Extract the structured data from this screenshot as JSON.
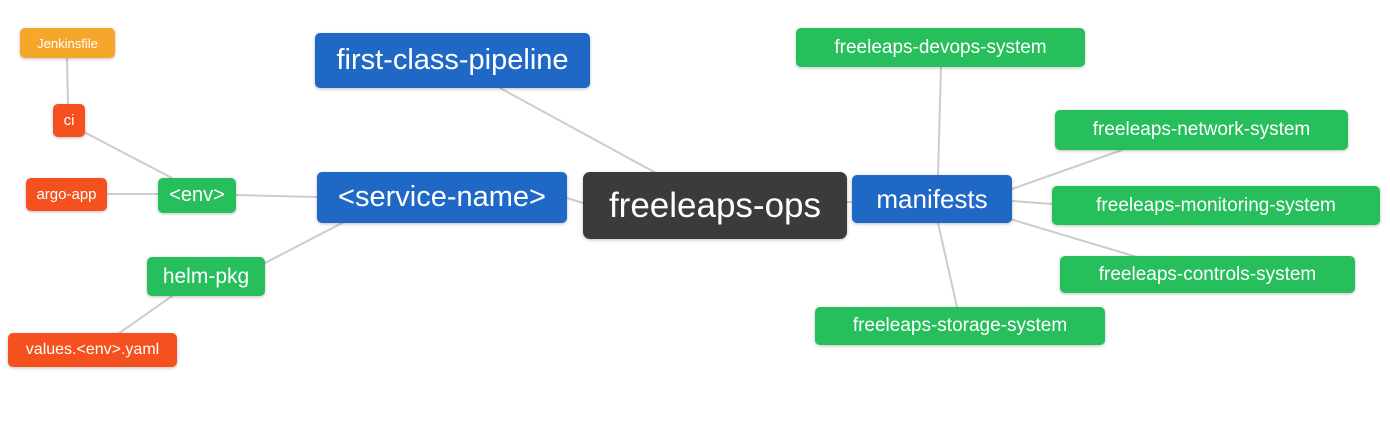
{
  "diagram": {
    "type": "mindmap",
    "root_label": "freeleaps-ops"
  },
  "palette": {
    "blue": "#2068c5",
    "green": "#27be5c",
    "orange": "#f5a62b",
    "red_orange": "#f4511e",
    "dark_gray": "#3b3b3b",
    "edge_gray": "#cccccc",
    "node_text": "#ffffff",
    "background": "#ffffff"
  },
  "nodes": {
    "jenkinsfile": {
      "label": "Jenkinsfile",
      "color": "#f5a62b"
    },
    "ci": {
      "label": "ci",
      "color": "#f4511e"
    },
    "argo_app": {
      "label": "argo-app",
      "color": "#f4511e"
    },
    "env": {
      "label": "<env>",
      "color": "#27be5c"
    },
    "helm_pkg": {
      "label": "helm-pkg",
      "color": "#27be5c"
    },
    "values_env_yaml": {
      "label": "values.<env>.yaml",
      "color": "#f4511e"
    },
    "first_class_pipeline": {
      "label": "first-class-pipeline",
      "color": "#2068c5"
    },
    "service_name": {
      "label": "<service-name>",
      "color": "#2068c5"
    },
    "freeleaps_ops": {
      "label": "freeleaps-ops",
      "color": "#3b3b3b"
    },
    "manifests": {
      "label": "manifests",
      "color": "#2068c5"
    },
    "freeleaps_devops_system": {
      "label": "freeleaps-devops-system",
      "color": "#27be5c"
    },
    "freeleaps_network_system": {
      "label": "freeleaps-network-system",
      "color": "#27be5c"
    },
    "freeleaps_monitoring_system": {
      "label": "freeleaps-monitoring-system",
      "color": "#27be5c"
    },
    "freeleaps_controls_system": {
      "label": "freeleaps-controls-system",
      "color": "#27be5c"
    },
    "freeleaps_storage_system": {
      "label": "freeleaps-storage-system",
      "color": "#27be5c"
    }
  },
  "edges": [
    [
      "jenkinsfile",
      "ci"
    ],
    [
      "ci",
      "env"
    ],
    [
      "argo_app",
      "env"
    ],
    [
      "env",
      "service_name"
    ],
    [
      "service_name",
      "helm_pkg"
    ],
    [
      "helm_pkg",
      "values_env_yaml"
    ],
    [
      "first_class_pipeline",
      "freeleaps_ops"
    ],
    [
      "service_name",
      "freeleaps_ops"
    ],
    [
      "freeleaps_ops",
      "manifests"
    ],
    [
      "manifests",
      "freeleaps_devops_system"
    ],
    [
      "manifests",
      "freeleaps_network_system"
    ],
    [
      "manifests",
      "freeleaps_monitoring_system"
    ],
    [
      "manifests",
      "freeleaps_controls_system"
    ],
    [
      "manifests",
      "freeleaps_storage_system"
    ]
  ]
}
